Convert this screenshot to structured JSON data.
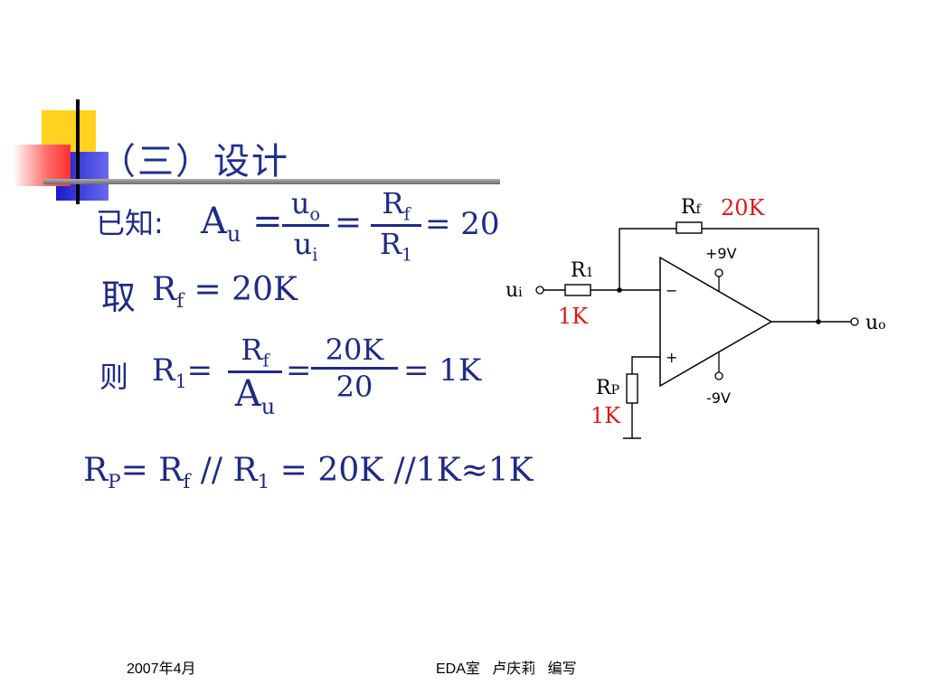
{
  "slide": {
    "title": "（三）设计",
    "given_label": "已知:",
    "take_label": "取",
    "then_label": "则"
  },
  "eq1": {
    "lhs": "A",
    "lhs_sub": "u",
    "eq": "=",
    "f1_num": "u",
    "f1_num_sub": "o",
    "f1_den": "u",
    "f1_den_sub": "i",
    "f2_num": "R",
    "f2_num_sub": "f",
    "f2_den": "R",
    "f2_den_sub": "1",
    "result": "= 20"
  },
  "eq2": {
    "text": "R",
    "sub": "f",
    "rest": " = 20K"
  },
  "eq3": {
    "lhs": "R",
    "lhs_sub": "1",
    "f1_num": "R",
    "f1_num_sub": "f",
    "f1_den": "A",
    "f1_den_sub": "u",
    "f2_num": "20K",
    "f2_den": "20",
    "result": "= 1K"
  },
  "eq4": {
    "rp": "R",
    "rp_sub": "P",
    "rf": "= R",
    "rf_sub": "f",
    "par": " // R",
    "r1_sub": "1",
    "rest": " =  20K //1K≈1K"
  },
  "circuit": {
    "rf_label": "R",
    "rf_sub": "f",
    "rf_value": "20K",
    "r1_label": "R",
    "r1_sub": "1",
    "r1_value": "1K",
    "rp_label": "R",
    "rp_sub": "P",
    "rp_value": "1K",
    "vplus": "+9V",
    "vminus": "-9V",
    "minus_sign": "−",
    "plus_sign": "+",
    "ui": "u",
    "ui_sub": "i",
    "uo": "u",
    "uo_sub": "o"
  },
  "footer": {
    "date": "2007年4月",
    "author": "EDA室   卢庆莉   编写"
  },
  "colors": {
    "navy": "#1e2a86",
    "red": "#e01818",
    "yellow": "#ffd21f",
    "blue": "#2a2ad0"
  }
}
